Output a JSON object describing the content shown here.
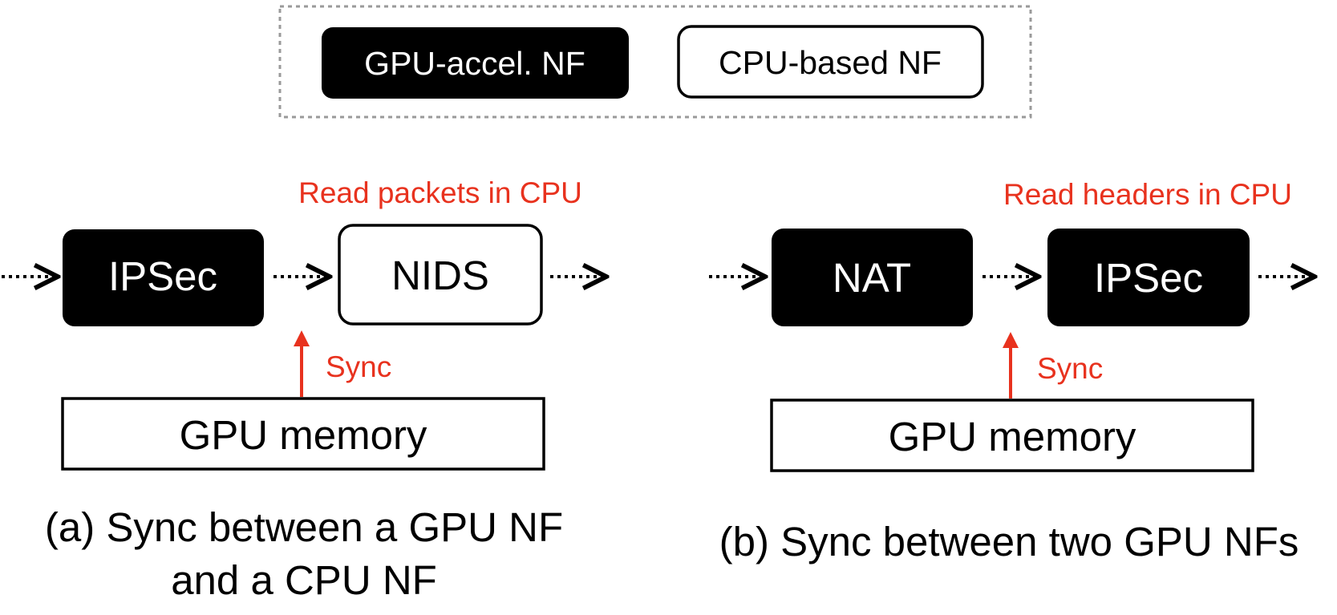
{
  "legend": {
    "gpu_label": "GPU-accel. NF",
    "cpu_label": "CPU-based NF"
  },
  "panel_a": {
    "annotation": "Read packets in CPU",
    "nf1": "IPSec",
    "nf2": "NIDS",
    "sync_label": "Sync",
    "memory_label": "GPU memory",
    "caption_line1": "(a) Sync between a GPU NF",
    "caption_line2": "and a CPU NF"
  },
  "panel_b": {
    "annotation": "Read headers in CPU",
    "nf1": "NAT",
    "nf2": "IPSec",
    "sync_label": "Sync",
    "memory_label": "GPU memory",
    "caption": "(b) Sync between two GPU NFs"
  },
  "colors": {
    "gpu_nf_fill": "#000000",
    "cpu_nf_fill": "#ffffff",
    "accent_red": "#e8321e",
    "legend_border": "#9a9a9a"
  }
}
